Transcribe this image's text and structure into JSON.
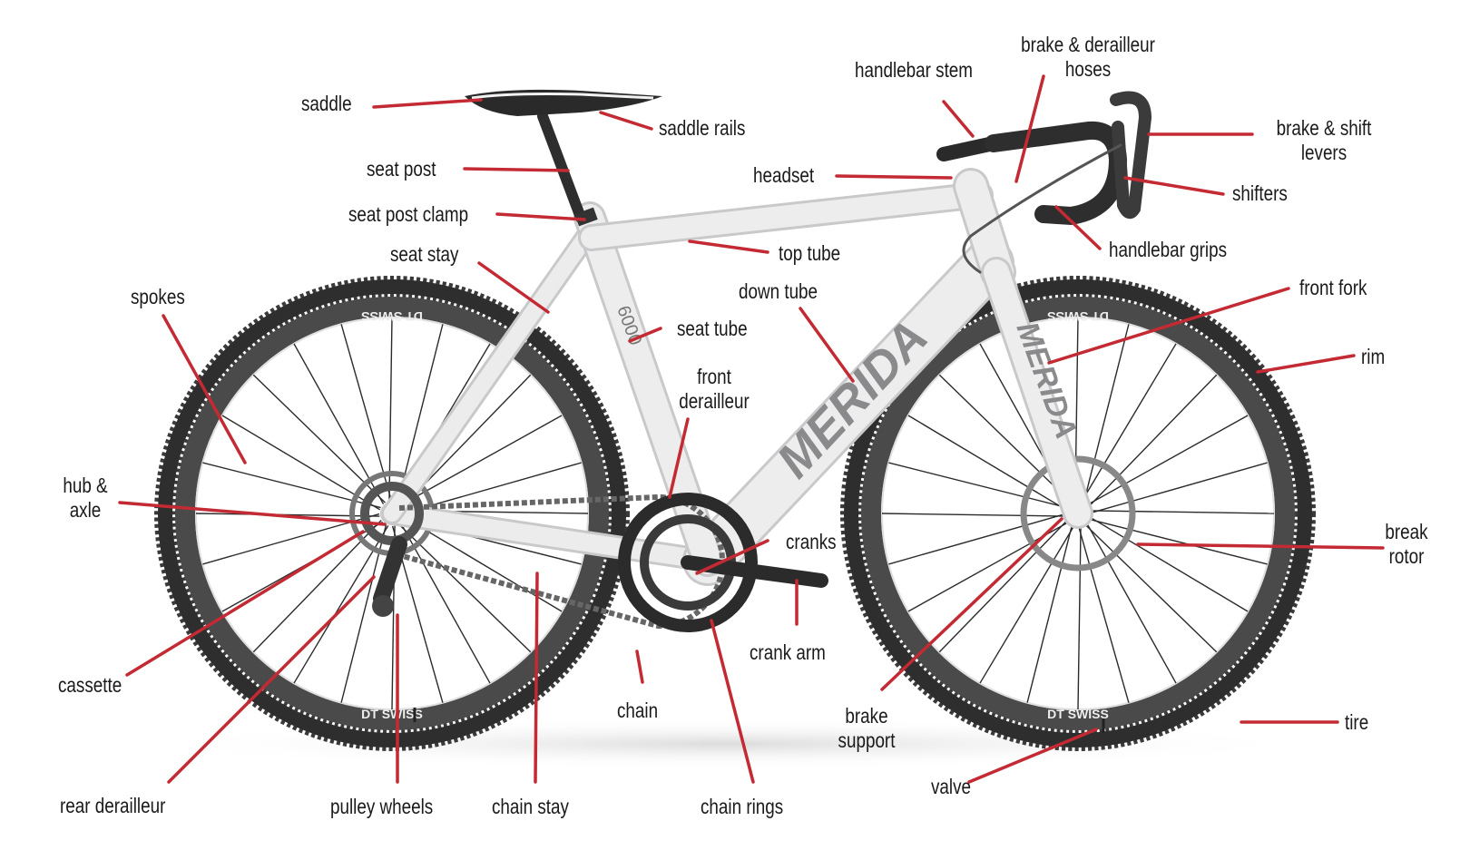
{
  "colors": {
    "leader": "#c42a33",
    "frame": "#e9e9ea",
    "tire": "#3a3a3a",
    "text": "#1a1a1a"
  },
  "frame_text": {
    "brand": "MERIDA",
    "model": "6000",
    "wheel_brand": "DT SWISS"
  },
  "labels": {
    "saddle": "saddle",
    "saddle_rails": "saddle rails",
    "seat_post": "seat post",
    "seat_post_clamp": "seat post clamp",
    "seat_stay": "seat stay",
    "spokes": "spokes",
    "hub_axle": [
      "hub &",
      "axle"
    ],
    "cassette": "cassette",
    "rear_derailleur": "rear derailleur",
    "pulley_wheels": "pulley wheels",
    "chain_stay": "chain stay",
    "chain": "chain",
    "chain_rings": "chain rings",
    "crank_arm": "crank arm",
    "cranks": "cranks",
    "front_derailleur": [
      "front",
      "derailleur"
    ],
    "seat_tube": "seat tube",
    "top_tube": "top tube",
    "down_tube": "down tube",
    "headset": "headset",
    "handlebar_stem": "handlebar stem",
    "brake_derailleur_hoses": [
      "brake & derailleur",
      "hoses"
    ],
    "brake_shift_levers": [
      "brake & shift",
      "levers"
    ],
    "shifters": "shifters",
    "handlebar_grips": "handlebar grips",
    "front_fork": "front fork",
    "rim": "rim",
    "break_rotor": [
      "break",
      "rotor"
    ],
    "brake_support": [
      "brake",
      "support"
    ],
    "valve": "valve",
    "tire": "tire"
  }
}
